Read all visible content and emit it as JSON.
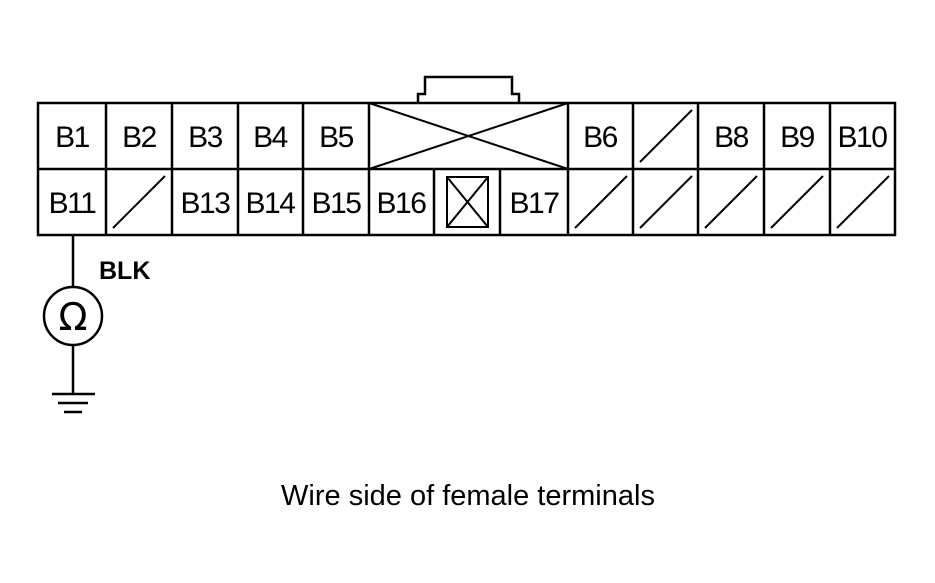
{
  "connector": {
    "row1": [
      "B1",
      "B2",
      "B3",
      "B4",
      "B5",
      "",
      "B6",
      "",
      "B8",
      "B9",
      "B10"
    ],
    "row2": [
      "B11",
      "",
      "B13",
      "B14",
      "B15",
      "B16",
      "",
      "B17",
      "",
      "",
      "",
      "",
      ""
    ]
  },
  "meter": {
    "wire_label": "BLK",
    "symbol": "Ω",
    "icon": "ohmmeter-icon"
  },
  "ground": {
    "icon": "ground-icon"
  },
  "caption": "Wire side of female terminals"
}
